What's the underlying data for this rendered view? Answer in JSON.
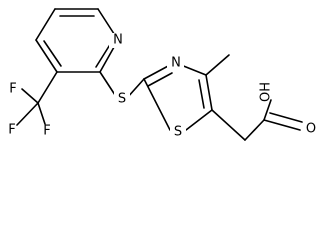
{
  "molecule": {
    "atom_labels": {
      "pyridine_n": "N",
      "sulfide_s": "S",
      "thiazole_n": "N",
      "thiazole_s": "S",
      "fluorine_top": "F",
      "fluorine_left": "F",
      "fluorine_bottom": "F",
      "oxygen_carbonyl": "O",
      "hydroxyl": "OH"
    }
  }
}
